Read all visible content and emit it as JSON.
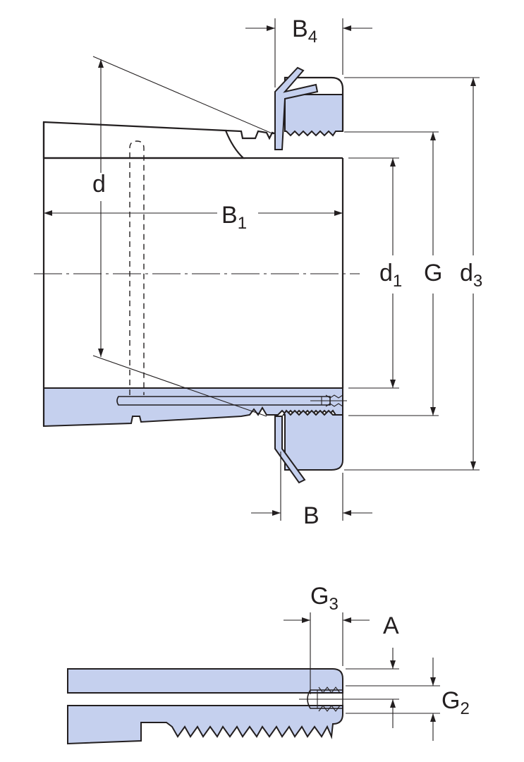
{
  "labels": {
    "B4": {
      "main": "B",
      "sub": "4"
    },
    "d": {
      "main": "d",
      "sub": ""
    },
    "B1": {
      "main": "B",
      "sub": "1"
    },
    "d1": {
      "main": "d",
      "sub": "1"
    },
    "G": {
      "main": "G",
      "sub": ""
    },
    "d3": {
      "main": "d",
      "sub": "3"
    },
    "B": {
      "main": "B",
      "sub": ""
    },
    "G3": {
      "main": "G",
      "sub": "3"
    },
    "A": {
      "main": "A",
      "sub": ""
    },
    "G2": {
      "main": "G",
      "sub": "2"
    }
  },
  "colors": {
    "fill": "#c5d0ee",
    "stroke": "#231f20"
  }
}
